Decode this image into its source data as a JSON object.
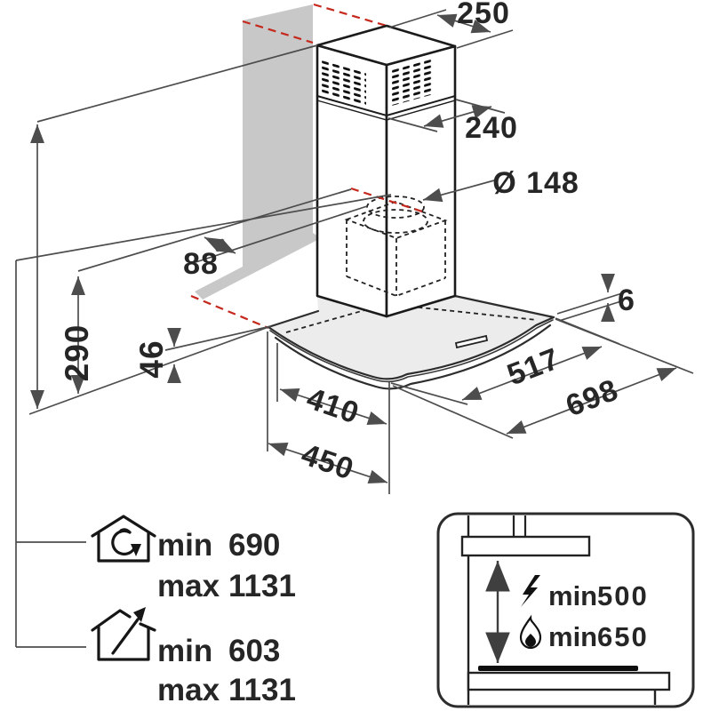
{
  "drawing_title": "cooker-hood-installation-dimensions",
  "dimensions": {
    "chimney_top_width": "250",
    "chimney_top_depth": "240",
    "duct_diameter": "Ø 148",
    "wall_to_duct_center": "88",
    "chimney_section_height": "290",
    "canopy_back_height": "46",
    "glass_thickness": "6",
    "glass_depth": "517",
    "total_width": "698",
    "canopy_inner_width": "410",
    "canopy_depth": "450"
  },
  "installation_heights": {
    "recirculation": {
      "min_label": "min",
      "min_value": "690",
      "max_label": "max",
      "max_value": "1131"
    },
    "ducted": {
      "min_label": "min",
      "min_value": "603",
      "max_label": "max",
      "max_value": "1131"
    }
  },
  "clearances": {
    "electric": {
      "label": "min",
      "value": "500"
    },
    "gas": {
      "label": "min",
      "value": "650"
    }
  },
  "colors": {
    "accent_red": "#c5281c",
    "wall_shadow": "#c8c8c8",
    "glass_fill": "#ececec",
    "line_gray": "#4d4d4d",
    "ink": "#1b1b1b"
  }
}
